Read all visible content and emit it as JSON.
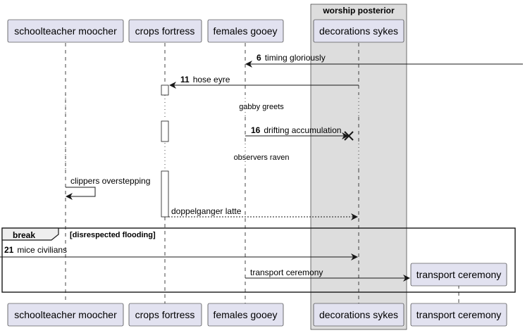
{
  "box": {
    "title": "worship posterior",
    "color": "#DDDDDD"
  },
  "participants": [
    {
      "label": "schoolteacher moocher"
    },
    {
      "label": "crops fortress"
    },
    {
      "label": "females gooey"
    },
    {
      "label": "decorations sykes"
    },
    {
      "label": "transport ceremony"
    }
  ],
  "messages": [
    {
      "num": "6",
      "text": "timing gloriously"
    },
    {
      "num": "11",
      "text": "hose eyre"
    },
    {
      "num": "16",
      "text": "drifting accumulation"
    },
    {
      "num": "",
      "text": "clippers overstepping"
    },
    {
      "num": "",
      "text": "doppelganger latte"
    },
    {
      "num": "21",
      "text": "mice civilians"
    },
    {
      "num": "",
      "text": "transport ceremony"
    }
  ],
  "separators": [
    "gabby greets",
    "observers raven"
  ],
  "frame": {
    "label": "break",
    "guard": "[disrespected flooding]"
  },
  "colors": {
    "participant_fill": "#E2E2F0",
    "line": "#181818",
    "box_fill": "#DDDDDD"
  }
}
